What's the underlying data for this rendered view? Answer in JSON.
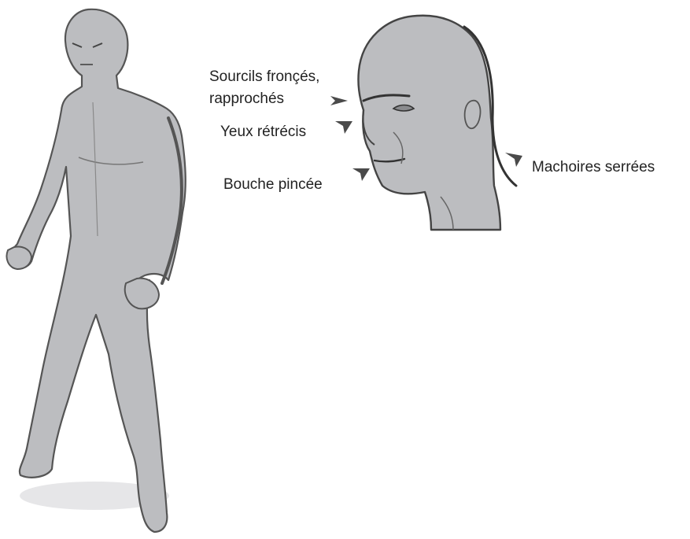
{
  "labels": {
    "eyebrows_line1": "Sourcils fronçés,",
    "eyebrows_line2": "rapprochés",
    "eyes": "Yeux rétrécis",
    "mouth": "Bouche pincée",
    "jaw": "Machoires serrées"
  },
  "colors": {
    "figure_fill": "#bcbdc0",
    "figure_shadow": "#a9aaad",
    "outline": "#555555",
    "arrow": "#4a4a4a",
    "text": "#222222"
  },
  "icons": {
    "full_body": "standing-angry-man-figure",
    "head": "angry-man-head-closeup",
    "pointer": "triangle-arrow-pointer"
  }
}
